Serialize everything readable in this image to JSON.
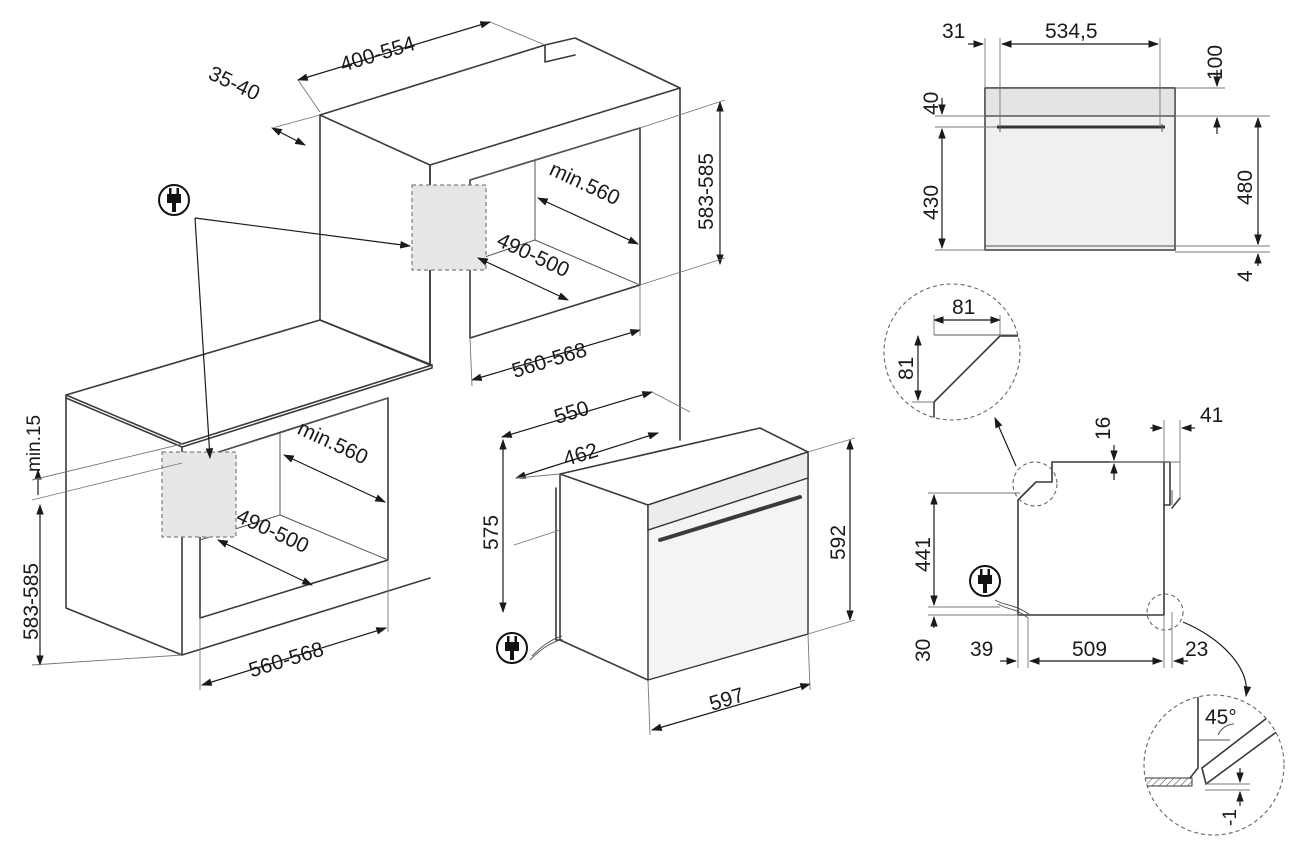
{
  "colors": {
    "line": "#3a3a3a",
    "area": "#e6e6e6",
    "panel": "#ececec",
    "text": "#1a1a1a"
  },
  "icons": [
    "plug-icon"
  ],
  "labels": {
    "top_depth": "400-554",
    "top_gap": "35-40",
    "upper_height": "583-585",
    "upper_depth": "min.560",
    "upper_inner": "490-500",
    "upper_width": "560-568",
    "lower_gap": "min.15",
    "lower_height": "583-585",
    "lower_depth": "min.560",
    "lower_inner": "490-500",
    "lower_width": "560-568",
    "oven_depth": "550",
    "oven_inner_depth": "462",
    "oven_body_height": "575",
    "oven_front_height": "592",
    "oven_width": "597",
    "front_side_gap": "31",
    "front_width": "534,5",
    "front_top": "100",
    "front_panel": "40",
    "front_door": "430",
    "front_total": "480",
    "front_bottom": "4",
    "detail_w": "81",
    "detail_h": "81",
    "side_top": "16",
    "side_handle": "41",
    "side_height": "441",
    "side_bottom": "30",
    "side_left": "39",
    "side_depth": "509",
    "side_right": "23",
    "angle": "45°",
    "offset": "-1"
  }
}
